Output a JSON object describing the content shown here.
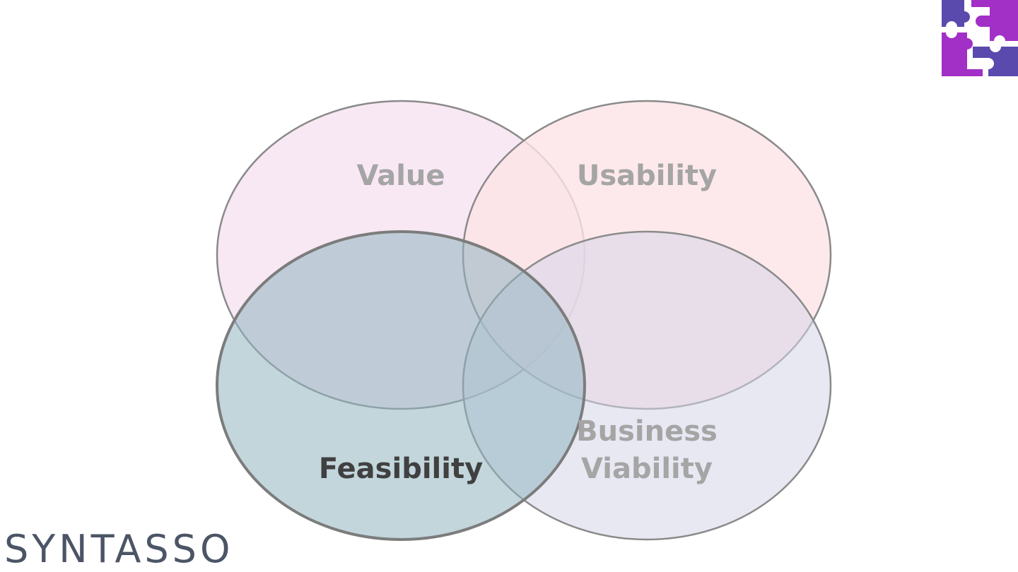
{
  "diagram": {
    "type": "venn",
    "sets": [
      {
        "label": "Value",
        "fill": "#f8e7f3",
        "stroke": "#8a8a8a",
        "text_color": "#a5a5a5"
      },
      {
        "label": "Usability",
        "fill": "#fde3e6",
        "stroke": "#8a8a8a",
        "text_color": "#a5a5a5"
      },
      {
        "label": "Feasibility",
        "fill": "#adc9cf",
        "stroke": "#7c7c7c",
        "text_color": "#404040"
      },
      {
        "label_lines": [
          "Business",
          "Viability"
        ],
        "fill": "#dcdcec",
        "stroke": "#8a8a8a",
        "text_color": "#a5a5a5"
      }
    ]
  },
  "branding": {
    "wordmark": "SYNTASSO",
    "wordmark_color": "#4b5566",
    "logo_icon": "puzzle-icon",
    "logo_colors": [
      "#5a4aad",
      "#a22fc6"
    ]
  }
}
